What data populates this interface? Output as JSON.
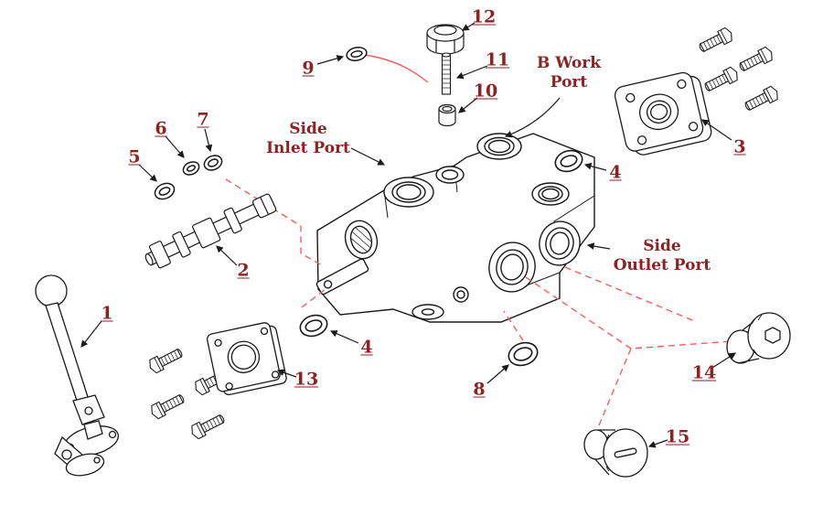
{
  "diagram": {
    "colors": {
      "background": "#ffffff",
      "line": "#1a1a1a",
      "callout_text": "#8e2222",
      "assembly_line": "#ff5a5a"
    },
    "callouts": [
      {
        "label": "1"
      },
      {
        "label": "2"
      },
      {
        "label": "3"
      },
      {
        "label": "4"
      },
      {
        "label": "4"
      },
      {
        "label": "5"
      },
      {
        "label": "6"
      },
      {
        "label": "7"
      },
      {
        "label": "8"
      },
      {
        "label": "9"
      },
      {
        "label": "10"
      },
      {
        "label": "11"
      },
      {
        "label": "12"
      },
      {
        "label": "13"
      },
      {
        "label": "14"
      },
      {
        "label": "15"
      }
    ],
    "port_labels": [
      {
        "line1": "Side",
        "line2": "Inlet Port"
      },
      {
        "line1": "B Work",
        "line2": "Port"
      },
      {
        "line1": "Side",
        "line2": "Outlet Port"
      }
    ]
  }
}
